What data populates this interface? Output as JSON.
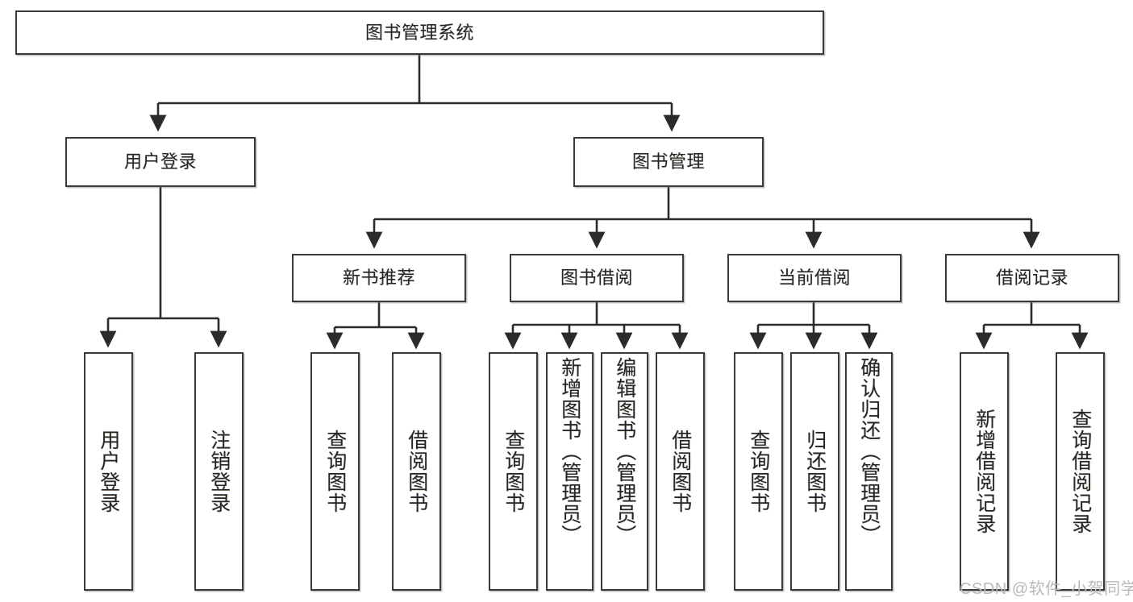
{
  "diagram": {
    "type": "tree-hierarchy-chart",
    "title": "图书管理系统",
    "watermark": "CSDN @软件_小贺同学",
    "colors": {
      "background": "#ffffff",
      "box_border": "#3a3a3a",
      "box_fill": "#ffffff",
      "connector": "#2b2b2b",
      "text": "#252525",
      "watermark": "#b9b9b9"
    },
    "root": {
      "id": "root",
      "label": "图书管理系统"
    },
    "level1": [
      {
        "id": "n-user-login",
        "label": "用户登录"
      },
      {
        "id": "n-book-mgmt",
        "label": "图书管理"
      }
    ],
    "level2": [
      {
        "id": "n-new-book-rec",
        "label": "新书推荐",
        "parent": "n-book-mgmt"
      },
      {
        "id": "n-book-borrow",
        "label": "图书借阅",
        "parent": "n-book-mgmt"
      },
      {
        "id": "n-current-borrow",
        "label": "当前借阅",
        "parent": "n-book-mgmt"
      },
      {
        "id": "n-borrow-record",
        "label": "借阅记录",
        "parent": "n-book-mgmt"
      }
    ],
    "leaves": {
      "user_login": [
        {
          "id": "leaf-user-login",
          "label": "用户登录"
        },
        {
          "id": "leaf-user-logout",
          "label": "注销登录"
        }
      ],
      "new_book_rec": [
        {
          "id": "leaf-query-book-1",
          "label": "查询图书"
        },
        {
          "id": "leaf-borrow-book-1",
          "label": "借阅图书"
        }
      ],
      "book_borrow": [
        {
          "id": "leaf-query-book-2",
          "label": "查询图书"
        },
        {
          "id": "leaf-add-book",
          "label": "新增图书（管理员）"
        },
        {
          "id": "leaf-edit-book",
          "label": "编辑图书（管理员）"
        },
        {
          "id": "leaf-borrow-book-2",
          "label": "借阅图书"
        }
      ],
      "current_borrow": [
        {
          "id": "leaf-query-book-3",
          "label": "查询图书"
        },
        {
          "id": "leaf-return-book",
          "label": "归还图书"
        },
        {
          "id": "leaf-confirm-return",
          "label": "确认归还（管理员）"
        }
      ],
      "borrow_record": [
        {
          "id": "leaf-add-record",
          "label": "新增借阅记录"
        },
        {
          "id": "leaf-query-record",
          "label": "查询借阅记录"
        }
      ]
    }
  }
}
